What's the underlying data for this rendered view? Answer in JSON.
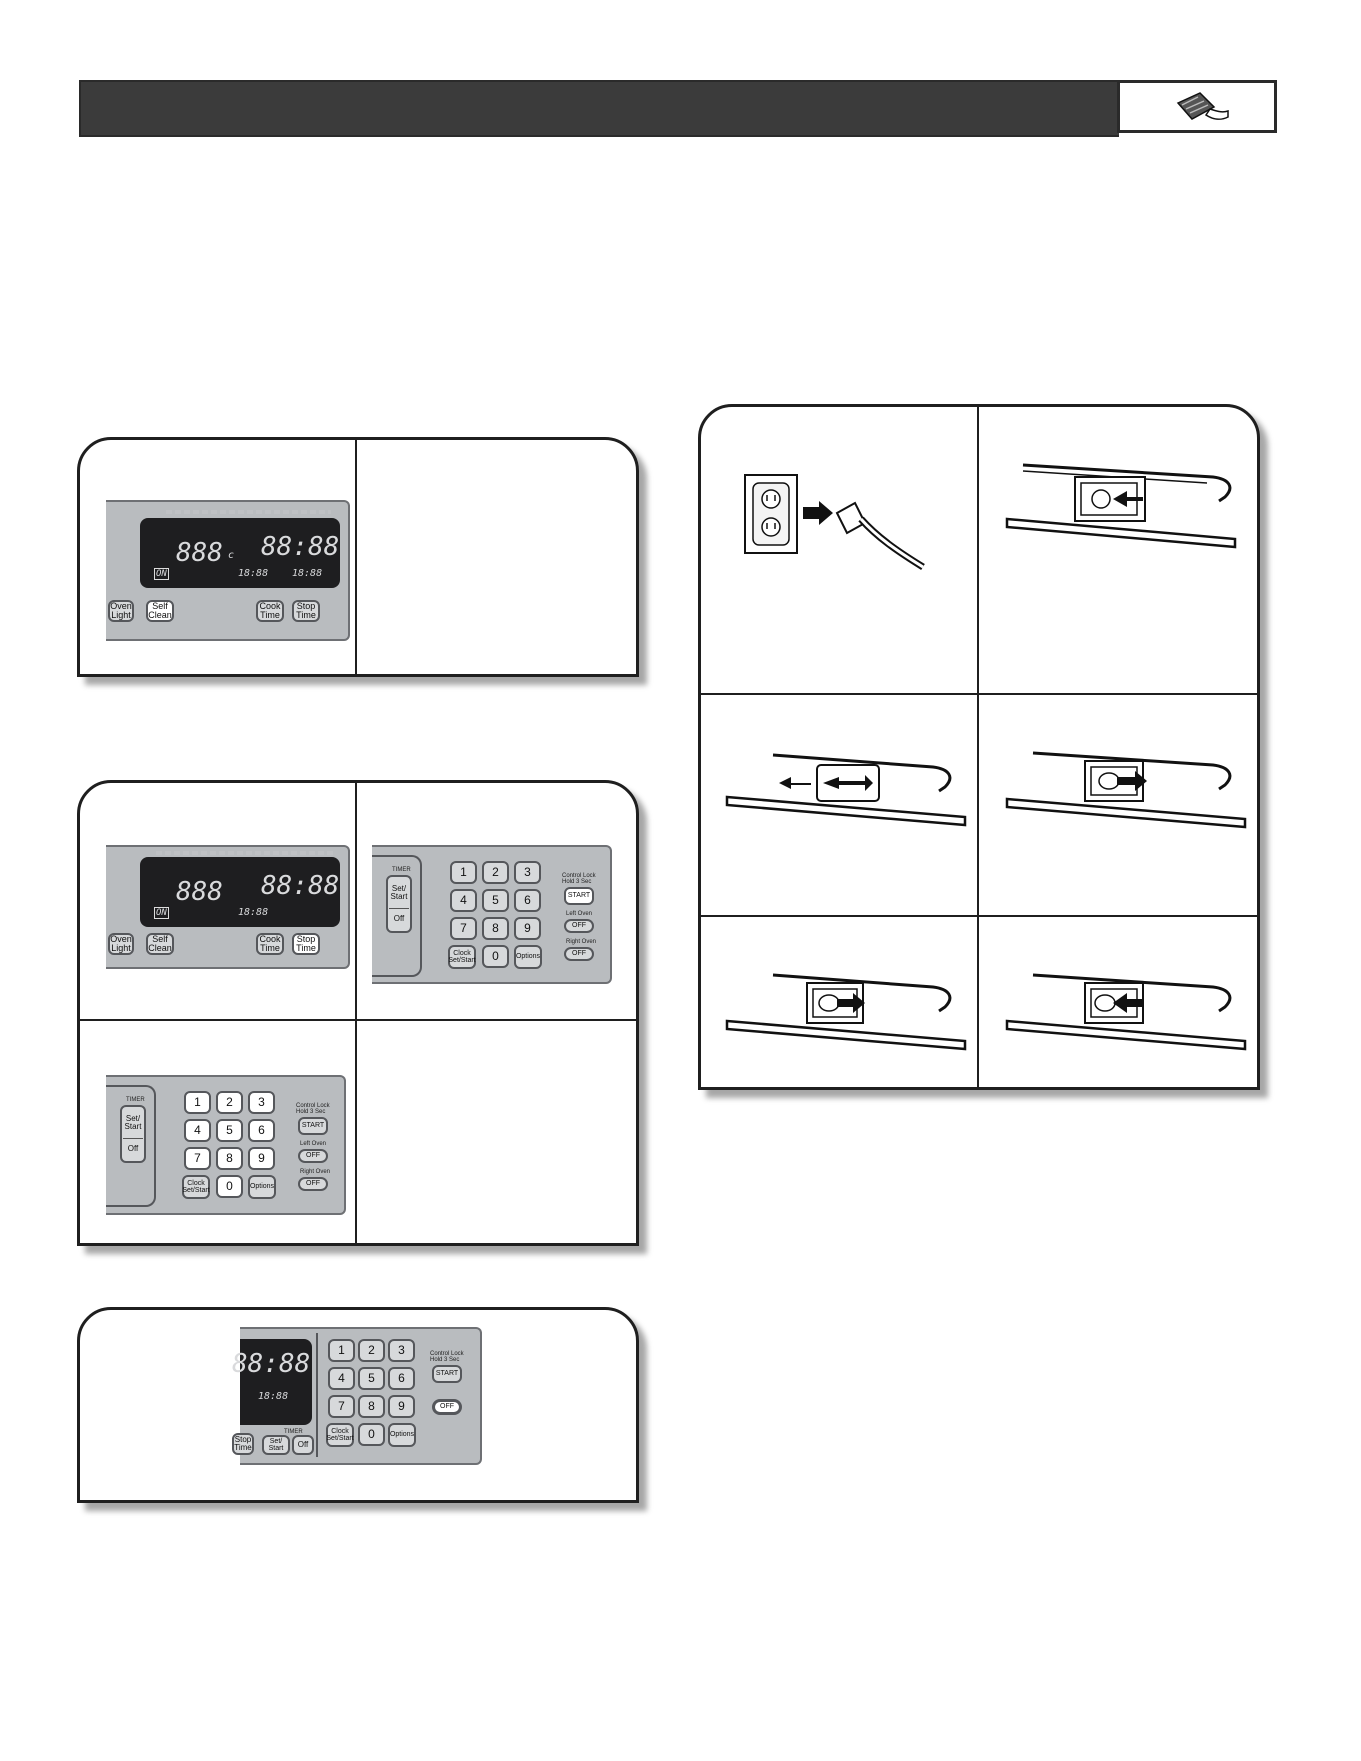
{
  "header": {
    "title": "",
    "icon": "cleaning-cloth-icon"
  },
  "clean_display": {
    "buttons": {
      "oven_light": "Oven Light",
      "self_clean": "Self Clean",
      "cook_time": "Cook Time",
      "stop_time": "Stop Time"
    },
    "digits": {
      "temp": "888",
      "temp_unit": "°",
      "unit_c": "c",
      "clock": "88:88",
      "small_left": "18:88",
      "small_right": "18:88",
      "on": "ON"
    }
  },
  "keypad": {
    "timer_label": "TIMER",
    "timer_set_start": "Set/ Start",
    "timer_off": "Off",
    "numbers": [
      "1",
      "2",
      "3",
      "4",
      "5",
      "6",
      "7",
      "8",
      "9"
    ],
    "zero": "0",
    "clock": "Clock Set/Start",
    "options": "Options",
    "control_lock": "Control Lock Hold 3 Sec",
    "start": "START",
    "left_oven": "Left Oven",
    "right_oven": "Right Oven",
    "off": "OFF"
  },
  "wide_panel": {
    "digits": "88:88",
    "small": "18:88",
    "stop_time": "Stop Time",
    "timer_label": "TIMER",
    "set_start": "Set/ Start",
    "off_key": "Off",
    "off_button": "OFF"
  },
  "steps": [
    {
      "icon": "unplug-power-icon"
    },
    {
      "icon": "light-cover-remove-icon"
    },
    {
      "icon": "light-cover-slide-icon"
    },
    {
      "icon": "bulb-remove-icon"
    },
    {
      "icon": "bulb-insert-icon"
    },
    {
      "icon": "light-cover-replace-icon"
    }
  ]
}
